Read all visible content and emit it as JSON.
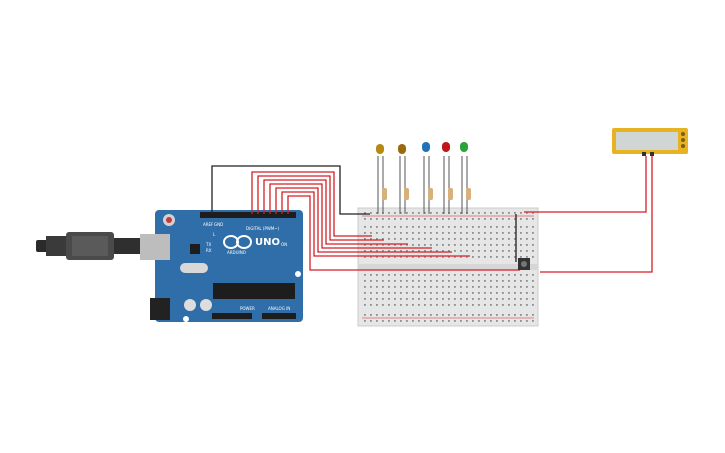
{
  "colors": {
    "board": "#2f6ea8",
    "board_dark": "#255a8c",
    "wire_red": "#d61f26",
    "wire_black": "#222222",
    "breadboard": "#e6e6e6",
    "led_yellow": "#b58a12",
    "led_orange": "#9a6a10",
    "led_blue": "#1f72b8",
    "led_red": "#c0151b",
    "led_green": "#29a33a",
    "lcd_frame": "#e7b322",
    "lcd_screen": "#cfd6d3"
  },
  "arduino": {
    "brand": "ARDUINO",
    "model": "UNO",
    "digital_label": "DIGITAL (PWM~)",
    "power_label": "POWER",
    "analog_label": "ANALOG IN",
    "aref": "AREF",
    "gnd": "GND",
    "led_l": "L",
    "led_tx": "TX",
    "led_rx": "RX",
    "on_led": "ON"
  },
  "components": {
    "leds": [
      "yellow",
      "orange",
      "blue",
      "red",
      "green"
    ],
    "icons": [
      "usb-cable-icon",
      "reset-button-icon",
      "pushbutton-icon",
      "lcd-icon"
    ]
  }
}
